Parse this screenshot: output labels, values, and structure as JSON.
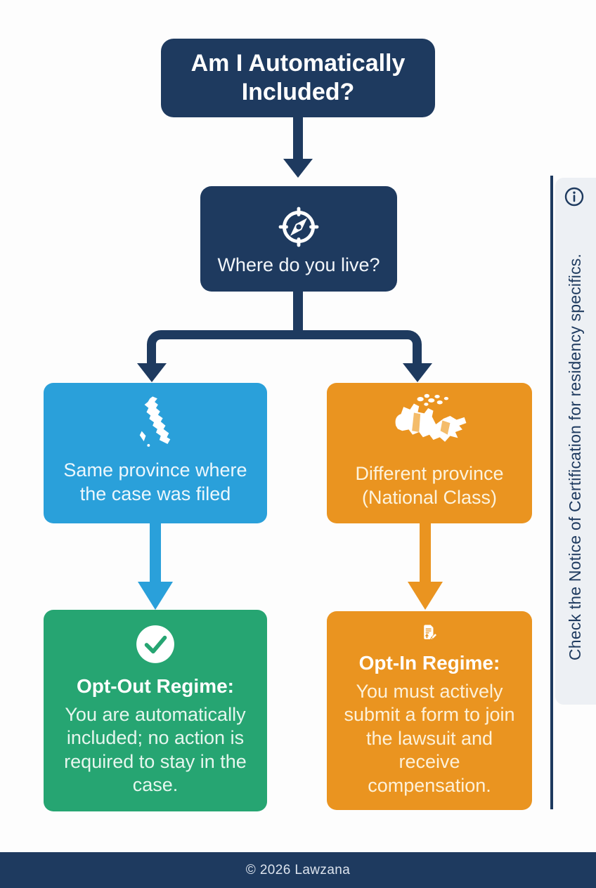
{
  "colors": {
    "navy": "#1e3a5f",
    "blue": "#2aa0da",
    "orange": "#ea9420",
    "green": "#26a572",
    "panel": "#edf0f4",
    "page_bg": "#fdfdfd",
    "canada_patch": "#f4bc6a"
  },
  "title_box": {
    "label": "Am I Automatically Included?"
  },
  "question_box": {
    "label": "Where do you live?",
    "icon": "compass-icon"
  },
  "branch_left": {
    "label": "Same province where the case was filed",
    "icon": "bc-province-map-icon"
  },
  "branch_right": {
    "label": "Different province (National Class)",
    "icon": "canada-map-icon"
  },
  "outcome_left": {
    "heading": "Opt-Out Regime:",
    "body": "You are automatically included; no action is required to stay in the case.",
    "icon": "checkmark-icon"
  },
  "outcome_right": {
    "heading": "Opt-In Regime:",
    "body": "You must actively submit a form to join the lawsuit and receive compensation.",
    "icon": "submit-form-icon"
  },
  "sidebar": {
    "note": "Check the Notice of Certification for residency specifics.",
    "icon": "info-icon"
  },
  "footer": {
    "label": "© 2026 Lawzana"
  }
}
